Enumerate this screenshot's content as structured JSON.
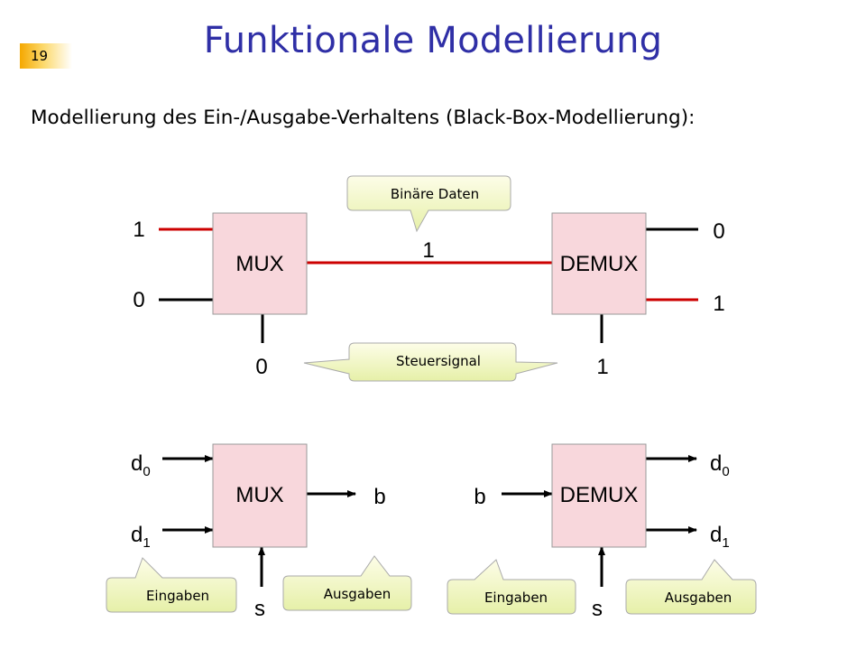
{
  "page_number": "19",
  "title": "Funktionale Modellierung",
  "subtitle": "Modellierung des Ein-/Ausgabe-Verhaltens (Black-Box-Modellierung):",
  "top_example": {
    "mux_label": "MUX",
    "demux_label": "DEMUX",
    "mux_input_top": "1",
    "mux_input_bottom": "0",
    "line_value": "1",
    "demux_output_top": "0",
    "demux_output_bottom": "1",
    "mux_select": "0",
    "demux_select": "1",
    "callout_data": "Binäre Daten",
    "callout_control": "Steuersignal",
    "colors": {
      "active_line": "#cc0000",
      "inactive_line": "#000000",
      "box_fill": "#f8d7dc"
    }
  },
  "bottom_example": {
    "mux_label": "MUX",
    "demux_label": "DEMUX",
    "mux_in0_base": "d",
    "mux_in0_sub": "0",
    "mux_in1_base": "d",
    "mux_in1_sub": "1",
    "mux_output": "b",
    "mux_select": "s",
    "demux_input": "b",
    "demux_out0_base": "d",
    "demux_out0_sub": "0",
    "demux_out1_base": "d",
    "demux_out1_sub": "1",
    "demux_select": "s",
    "callout_inputs_left": "Eingaben",
    "callout_outputs_left": "Ausgaben",
    "callout_inputs_right": "Eingaben",
    "callout_outputs_right": "Ausgaben"
  }
}
